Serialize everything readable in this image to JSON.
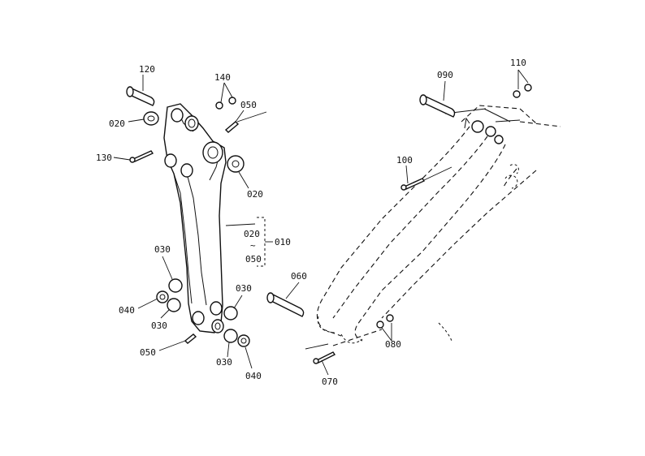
{
  "callouts": {
    "c120": "120",
    "c140": "140",
    "c050_top": "050",
    "c020_left": "020",
    "c130": "130",
    "c020_right": "020",
    "c020_range": "020",
    "c_range_mark": "~",
    "c050_range": "050",
    "c010": "010",
    "c030_upper_left": "030",
    "c040_left": "040",
    "c030_lower_left": "030",
    "c050_bottom": "050",
    "c030_upper_right": "030",
    "c030_lower_right": "030",
    "c040_right": "040",
    "c090": "090",
    "c110": "110",
    "c100": "100",
    "c060": "060",
    "c080": "080",
    "c070": "070"
  }
}
